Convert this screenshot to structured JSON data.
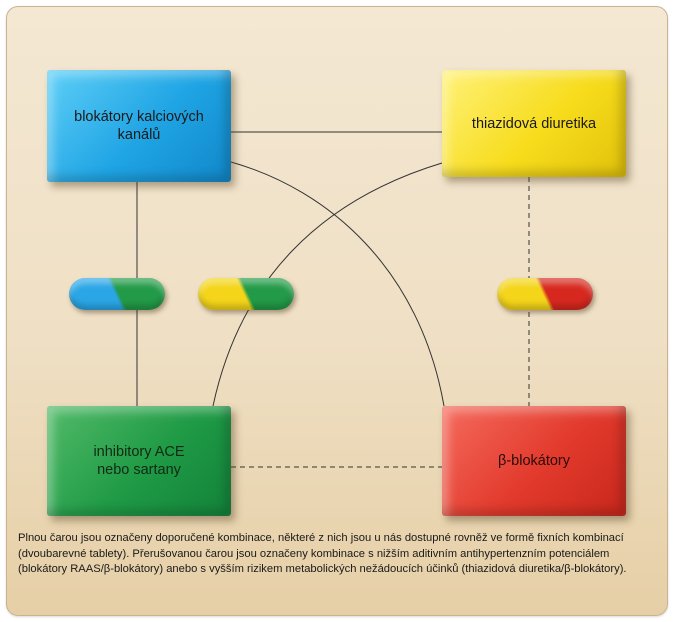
{
  "nodes": {
    "ccb": "blokátory kalciových\nkanálů",
    "thiazide": "thiazidová diuretika",
    "ace": "inhibitory ACE\nnebo sartany",
    "beta": "β-blokátory"
  },
  "pills": [
    {
      "name": "ccb-ace-combination",
      "colors": [
        "#2aa6e6",
        "#229a47"
      ]
    },
    {
      "name": "thiazide-ace-combination",
      "colors": [
        "#f4d51a",
        "#229a47"
      ]
    },
    {
      "name": "thiazide-beta-combination",
      "colors": [
        "#f4d51a",
        "#d6281f"
      ]
    }
  ],
  "links": {
    "solid": [
      [
        "ccb",
        "thiazide"
      ],
      [
        "ccb",
        "ace"
      ],
      [
        "ccb",
        "beta"
      ],
      [
        "thiazide",
        "ace"
      ]
    ],
    "dashed": [
      [
        "thiazide",
        "beta"
      ],
      [
        "ace",
        "beta"
      ]
    ]
  },
  "colors": {
    "ccb": "#1fa4e4",
    "thiazide": "#f7dc1c",
    "ace": "#1f9a45",
    "beta": "#e23a2c",
    "background": "#efdfc4"
  },
  "caption": "Plnou čarou jsou označeny doporučené kombinace, některé z nich jsou u nás dostupné rovněž ve formě fixních kombinací (dvoubarevné tablety). Přerušovanou čarou jsou označeny kombinace s nižším aditivním antihypertenzním potenciálem (blokátory RAAS/β-blokátory) anebo s vyšším rizikem metabolických nežádoucích účinků (thiazidová diuretika/β-blokátory)."
}
